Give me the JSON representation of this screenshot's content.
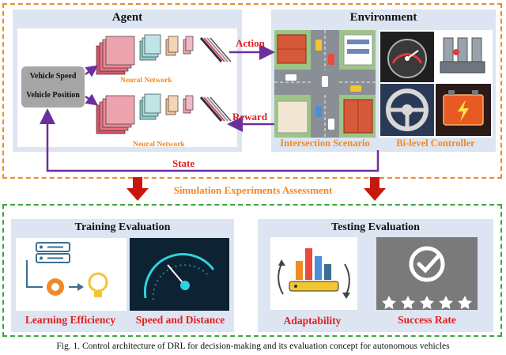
{
  "agent": {
    "title": "Agent",
    "input_speed": "Vehicle Speed",
    "input_position": "Vehicle Position",
    "nn_label_top": "Neural Network",
    "nn_label_bottom": "Neural Network"
  },
  "environment": {
    "title": "Environment",
    "scenario_label": "Intersection Scenario",
    "controller_label": "Bi-level Controller"
  },
  "arrows": {
    "action": "Action",
    "reward": "Reward",
    "state": "State"
  },
  "assessment": {
    "title": "Simulation Experiments Assessment"
  },
  "training": {
    "title": "Training Evaluation",
    "item1": "Learning Efficiency",
    "item2": "Speed and Distance"
  },
  "testing": {
    "title": "Testing Evaluation",
    "item1": "Adaptability",
    "item2": "Success Rate"
  },
  "caption": "Fig. 1. Control architecture of DRL for decision-making and its evaluation concept for autonomous vehicles",
  "colors": {
    "orange_border": "#f08a24",
    "green_border": "#3aa53a",
    "panel_bg": "#dde5f2",
    "purple_arrow": "#6b2fa0",
    "red_arrow": "#c8180e",
    "red_text": "#e02020"
  }
}
